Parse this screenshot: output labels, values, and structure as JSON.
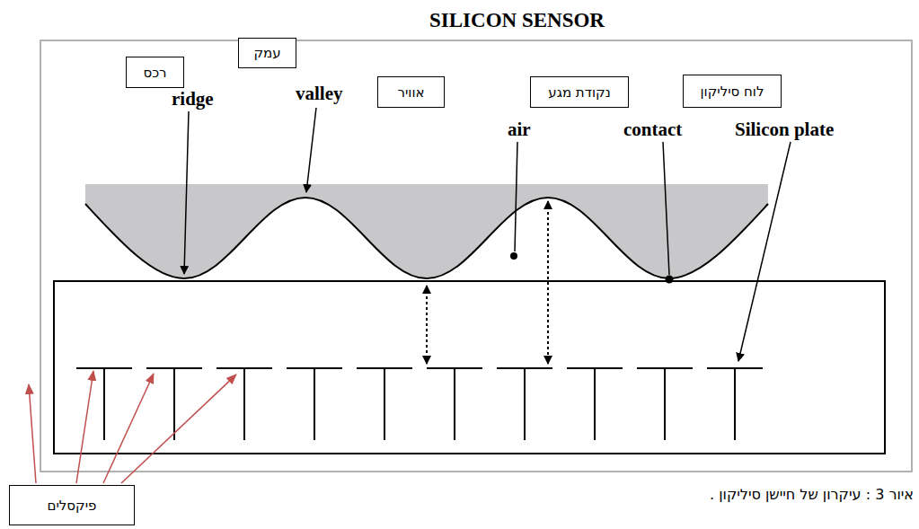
{
  "diagram": {
    "title": "SILICON SENSOR",
    "caption": "איור 3 : עיקרון של חיישן סיליקון .",
    "nodes": [
      {
        "text": [
          "רכס"
        ]
      },
      {
        "text": [
          "עמק"
        ]
      },
      {
        "text": [
          "אוויר"
        ]
      },
      {
        "text": [
          "נקודת מגע"
        ]
      },
      {
        "text": [
          "לוח סיליקון"
        ]
      },
      {
        "text": [
          "פיקסלים"
        ]
      }
    ],
    "labels": [
      "ridge",
      "valley",
      "air",
      "contact",
      "Silicon plate"
    ]
  }
}
